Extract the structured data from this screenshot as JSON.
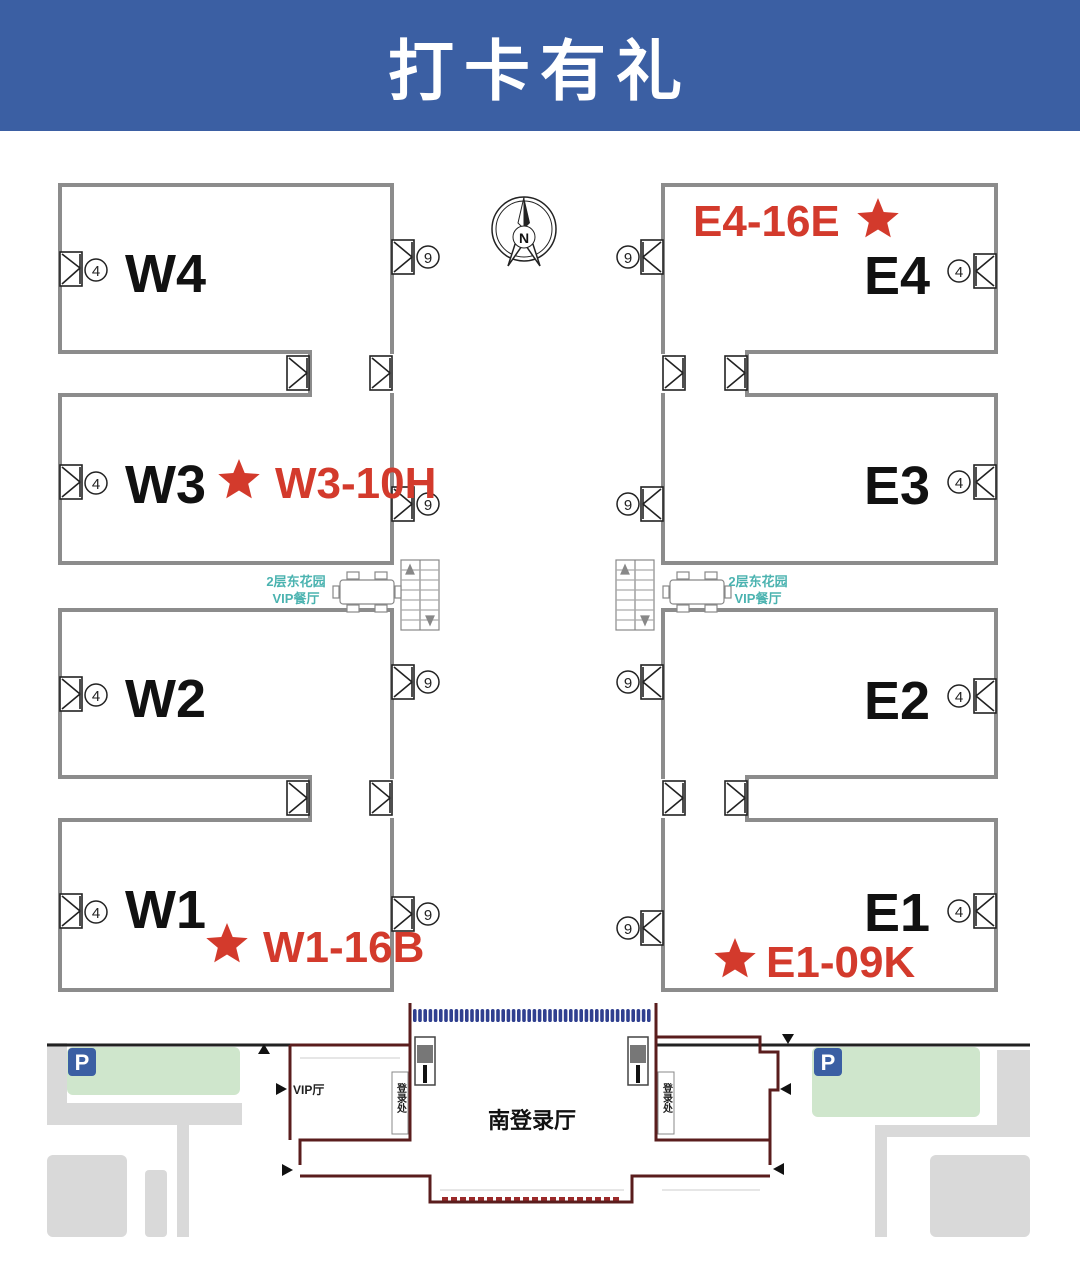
{
  "header": {
    "title": "打卡有礼"
  },
  "halls": {
    "w4": "W4",
    "w3": "W3",
    "w2": "W2",
    "w1": "W1",
    "e4": "E4",
    "e3": "E3",
    "e2": "E2",
    "e1": "E1"
  },
  "checkins": {
    "w3": "W3-10H",
    "w1": "W1-16B",
    "e4": "E4-16E",
    "e1": "E1-09K"
  },
  "gates": {
    "west": "4",
    "inner": "9",
    "east": "4"
  },
  "compass": {
    "north": "N"
  },
  "restaurants": {
    "west_line1": "2层东花园",
    "west_line2": "VIP餐厅",
    "east_line1": "2层东花园",
    "east_line2": "VIP餐厅"
  },
  "lobby": {
    "name": "南登录厅",
    "vip": "VIP厅",
    "registration_left": "登录处",
    "registration_right": "登录处"
  },
  "parking": {
    "left": "P",
    "right": "P"
  },
  "colors": {
    "header": "#3b5fa3",
    "wall": "#8c8c8c",
    "checkin": "#d33a2c",
    "restaurant": "#4bb3b0",
    "lobby_wall": "#5a1d1d",
    "queue": "#2f3f8f",
    "parking_green": "#cfe6cc",
    "parking_sign": "#3b5fa3",
    "road": "#d9d9d9"
  }
}
